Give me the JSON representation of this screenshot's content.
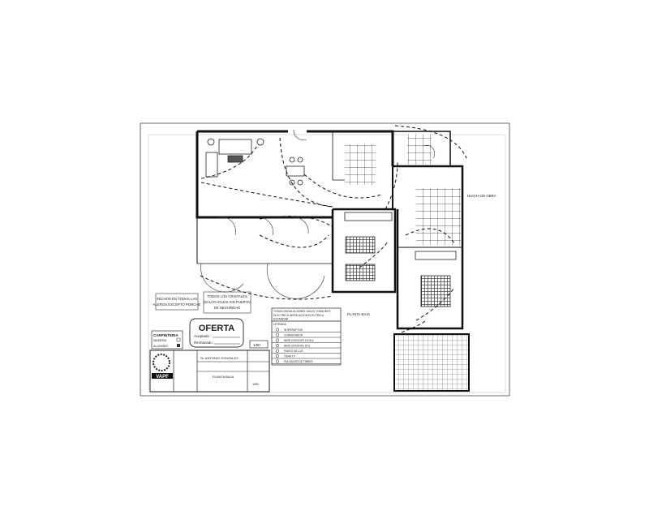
{
  "drawing": {
    "notes": {
      "note_left_line1": "TECHOS EN TODAS LAS",
      "note_left_line2": "ALEROS EXCEPTO PORCHE",
      "note_mid_line1": "TODOS LOS CRISTALES",
      "note_mid_line2": "(SALVO HOJAS SIN PUERTA)",
      "note_mid_line3": "DE SEGURIDAD"
    },
    "labels": {
      "planta": "PLANTA BAJA",
      "ducha": "DUCHA DE OBRA"
    },
    "oferta": {
      "title": "OFERTA",
      "accepted": "Aceptado :",
      "rejected": "Rechazado :"
    },
    "carpinteria": {
      "title": "CARPINTERIA",
      "madera": "MADERA",
      "aluminio": "ALUMINIO"
    },
    "scale_box": "1/50",
    "title_block": {
      "logo": "VAPF",
      "client": "Sr. ANTONIO GONZALEZ",
      "plan": "PLANTA BAJA",
      "scale": "1/50"
    },
    "legend": {
      "header": "TODAS INSTALACIONES SALVO TOMA INST. ELECTRICA INSTALACION ELECTRICA ESTANDAR",
      "title": "LEYENDA",
      "items": [
        {
          "icon": "switch-icon",
          "label": "INTERRUPTOR"
        },
        {
          "icon": "commuter-icon",
          "label": "CONMUTADOR"
        },
        {
          "icon": "socket-icon",
          "label": "BASE ENCHUFE 10/16 A"
        },
        {
          "icon": "socket-earth-icon",
          "label": "BASE ENCHUFE 25 A"
        },
        {
          "icon": "light-point-icon",
          "label": "PUNTO DE LUZ"
        },
        {
          "icon": "tv-outlet-icon",
          "label": "TOMA TV"
        },
        {
          "icon": "bell-icon",
          "label": "PULSADOR DE TIMBRE"
        }
      ]
    }
  }
}
